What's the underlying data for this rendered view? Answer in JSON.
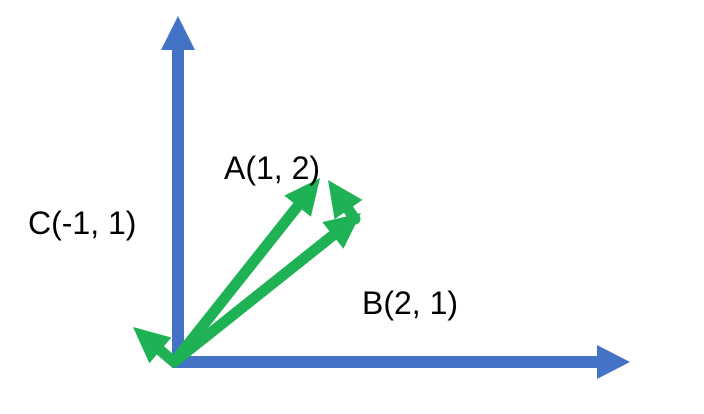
{
  "colors": {
    "axis": "#4472C4",
    "vector": "#1FB254",
    "label": "#000000",
    "background": "#ffffff"
  },
  "vectors": {
    "a": {
      "label": "A(1, 2)",
      "x": 1,
      "y": 2
    },
    "b": {
      "label": "B(2, 1)",
      "x": 2,
      "y": 1
    },
    "c": {
      "label": "C(-1, 1)",
      "x": -1,
      "y": 1
    }
  },
  "connector": {
    "from": "b",
    "to": "a"
  }
}
